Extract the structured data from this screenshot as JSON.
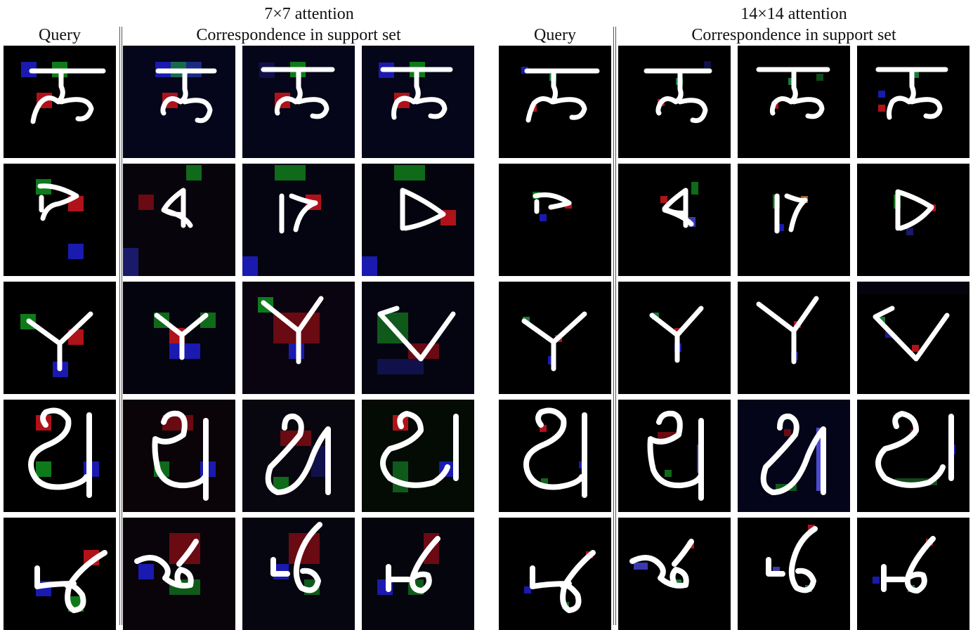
{
  "left_panel": {
    "title": "7×7 attention",
    "query_header": "Query",
    "support_header": "Correspondence in support set"
  },
  "right_panel": {
    "title": "14×14 attention",
    "query_header": "Query",
    "support_header": "Correspondence in support set"
  },
  "colors": {
    "stroke": "#ffffff",
    "highlight_red": "#b0121a",
    "highlight_green": "#0f7a1a",
    "highlight_blue": "#1a1ab0",
    "background": "#000000"
  }
}
